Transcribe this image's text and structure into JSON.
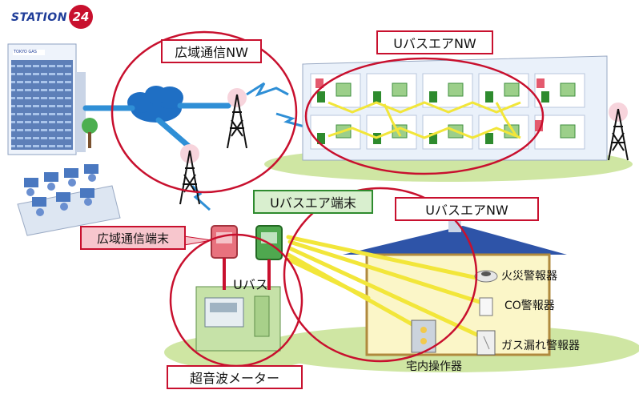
{
  "logo": {
    "text": "STATION",
    "badge": "24"
  },
  "building_sign": "TOKYO GAS",
  "labels": {
    "wide_area_nw": "広域通信NW",
    "ubus_air_nw_top": "UバスエアNW",
    "ubus_air_terminal": "Uバスエア端末",
    "ubus_air_nw_house": "UバスエアNW",
    "wide_area_terminal": "広域通信端末",
    "ubus": "Uバス",
    "ultrasonic_meter": "超音波メーター",
    "fire_alarm": "火災警報器",
    "co_alarm": "CO警報器",
    "gas_leak_alarm": "ガス漏れ警報器",
    "indoor_controller": "宅内操作器"
  },
  "colors": {
    "red_accent": "#c8102e",
    "green_accent": "#2e8b2e",
    "link_blue": "#2f8fd6",
    "signal_yellow": "#f2e63a",
    "lawn_green": "#cfe6a3",
    "house_roof": "#2e54a8",
    "house_wall": "#fbf6c8"
  },
  "icons": [
    "tokyo-gas-building-icon",
    "cloud-icon",
    "radio-tower-icon",
    "operator-desk-icon",
    "apartment-building-icon",
    "house-icon",
    "smart-meter-icon",
    "wide-area-terminal-icon",
    "ubus-air-terminal-icon",
    "fire-alarm-icon",
    "co-alarm-icon",
    "gas-leak-alarm-icon",
    "indoor-controller-icon"
  ]
}
